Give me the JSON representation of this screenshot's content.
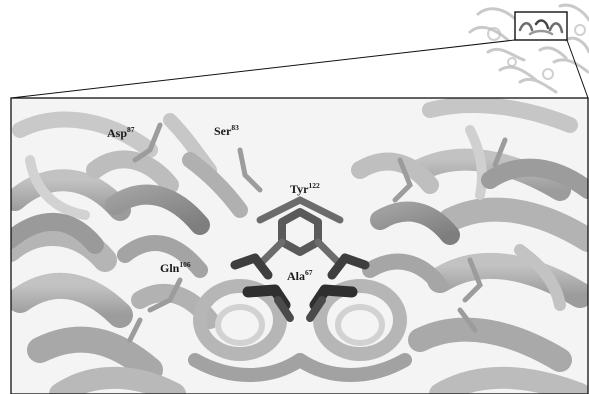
{
  "figure": {
    "labels": [
      {
        "id": "asp",
        "name": "Asp",
        "number": "87"
      },
      {
        "id": "ser",
        "name": "Ser",
        "number": "83"
      },
      {
        "id": "tyr",
        "name": "Tyr",
        "number": "122"
      },
      {
        "id": "gln",
        "name": "Gln",
        "number": "106"
      },
      {
        "id": "ala",
        "name": "Ala",
        "number": "67"
      }
    ],
    "colors": {
      "ribbon": "#a8a8a8",
      "ribbon_dark": "#8a8a8a",
      "ribbon_light": "#c4c4c4",
      "residue_light": "#9a9a9a",
      "residue_dark": "#4a4a4a",
      "label": "#1a1a1a",
      "frame": "#111111"
    }
  }
}
